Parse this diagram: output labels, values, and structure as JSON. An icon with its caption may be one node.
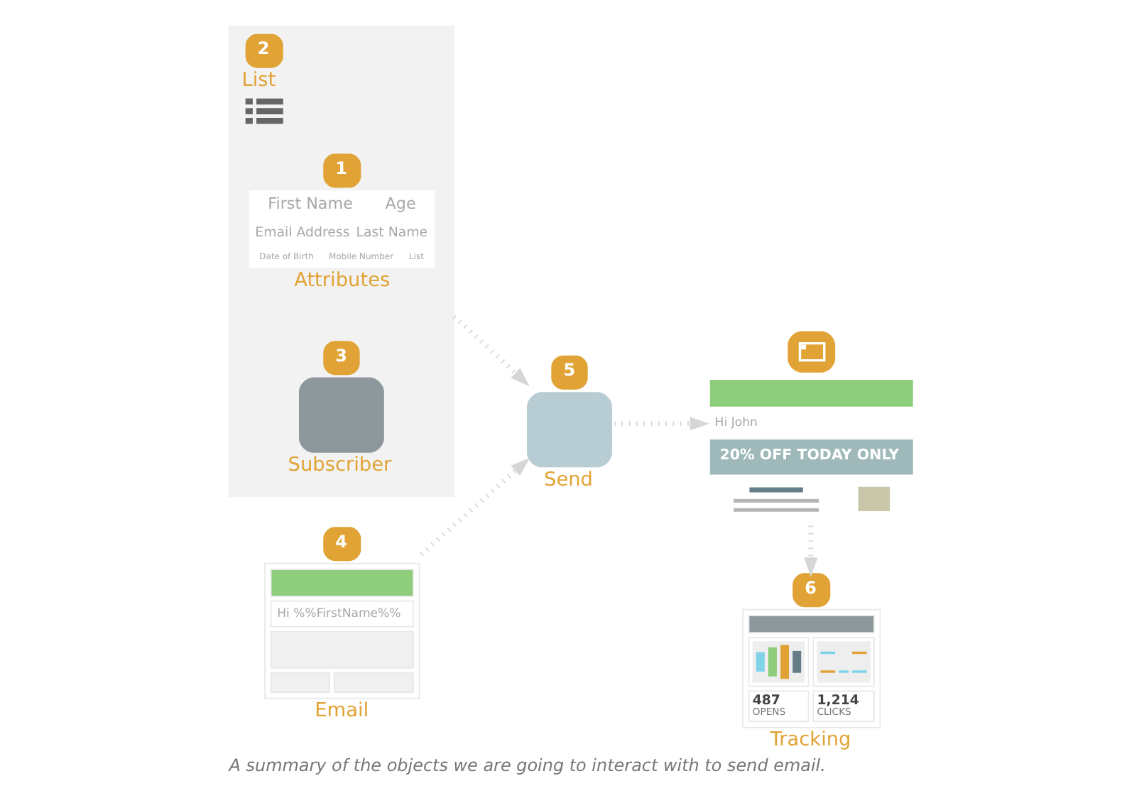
{
  "diagram": {
    "caption": "A summary of the objects we are going to interact with to send email.",
    "nodes": [
      {
        "text": [
          "List"
        ],
        "beside": [
          "2"
        ]
      },
      {
        "text": [
          "First Name",
          "Age",
          "Email Address",
          "Last Name",
          "Date of Birth",
          "Mobile Number",
          "List",
          "Attributes"
        ],
        "in": 0,
        "beside": [
          "1"
        ]
      },
      {
        "text": [
          "Subscriber"
        ],
        "in": 0,
        "beside": [
          "3"
        ]
      },
      {
        "text": [
          "Hi %%FirstName%%",
          "Email"
        ],
        "beside": [
          "4"
        ]
      },
      {
        "text": [
          "Send"
        ],
        "beside": [
          "5"
        ]
      },
      {
        "text": [
          "Hi John",
          "20% OFF TODAY ONLY"
        ]
      },
      {
        "text": [
          "487",
          "OPENS",
          "1,214",
          "CLICKS",
          "Tracking"
        ],
        "beside": [
          "6"
        ]
      }
    ],
    "edges": [
      {
        "from": 0,
        "to": 4,
        "arrow": "to"
      },
      {
        "from": 3,
        "to": 4,
        "arrow": "to"
      },
      {
        "from": 4,
        "to": 5,
        "arrow": "to"
      },
      {
        "from": 5,
        "to": 6,
        "arrow": "to"
      }
    ]
  }
}
